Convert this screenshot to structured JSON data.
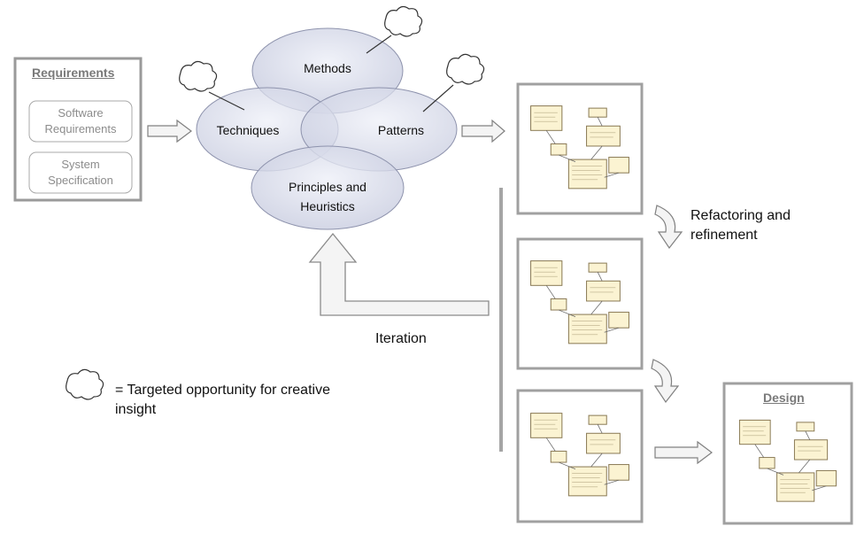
{
  "requirements": {
    "title": "Requirements",
    "items": [
      "Software Requirements",
      "System Specification"
    ]
  },
  "ovals": {
    "methods": "Methods",
    "techniques": "Techniques",
    "patterns": "Patterns",
    "principles": "Principles and Heuristics"
  },
  "labels": {
    "refactoring": "Refactoring  and refinement",
    "iteration": "Iteration",
    "legend_text": "= Targeted opportunity for creative insight"
  },
  "design": {
    "title": "Design"
  }
}
